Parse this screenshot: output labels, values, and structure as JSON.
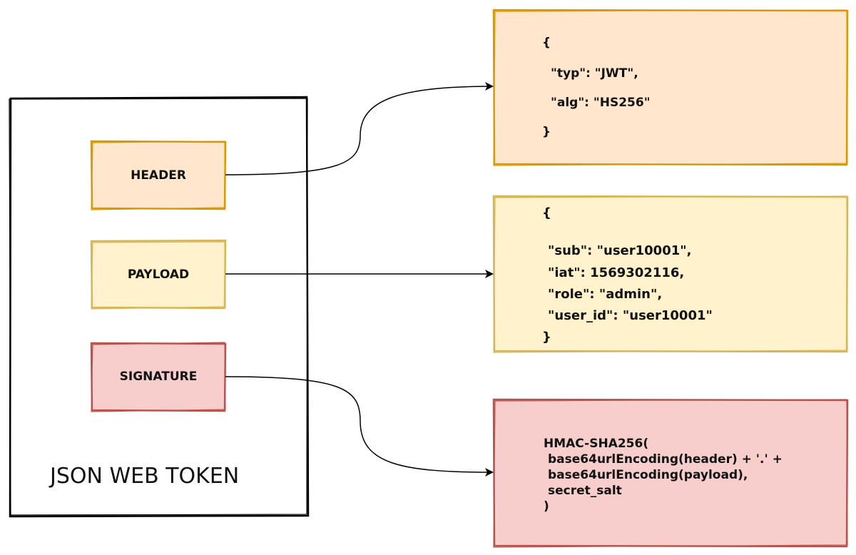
{
  "container": {
    "title": "JSON WEB TOKEN"
  },
  "parts": {
    "header": {
      "label": "HEADER"
    },
    "payload": {
      "label": "PAYLOAD"
    },
    "signature": {
      "label": "SIGNATURE"
    }
  },
  "details": {
    "header": {
      "lines": [
        "{",
        "\"typ\": \"JWT\",",
        "\"alg\": \"HS256\"",
        "}"
      ]
    },
    "payload": {
      "lines": [
        "{",
        "\"sub\": \"user10001\",",
        "\"iat\": 1569302116,",
        "\"role\": \"admin\",",
        "\"user_id\": \"user10001\"",
        "}"
      ]
    },
    "signature": {
      "lines": [
        "HMAC-SHA256(",
        "base64urlEncoding(header) + '.' +",
        "base64urlEncoding(payload),",
        "secret_salt",
        ")"
      ]
    }
  },
  "colors": {
    "header_fill": "#FFE6CC",
    "header_stroke": "#D79B00",
    "payload_fill": "#FFF2CC",
    "payload_stroke": "#D6B656",
    "signature_fill": "#F8CECC",
    "signature_stroke": "#B85450",
    "line": "#000000"
  }
}
